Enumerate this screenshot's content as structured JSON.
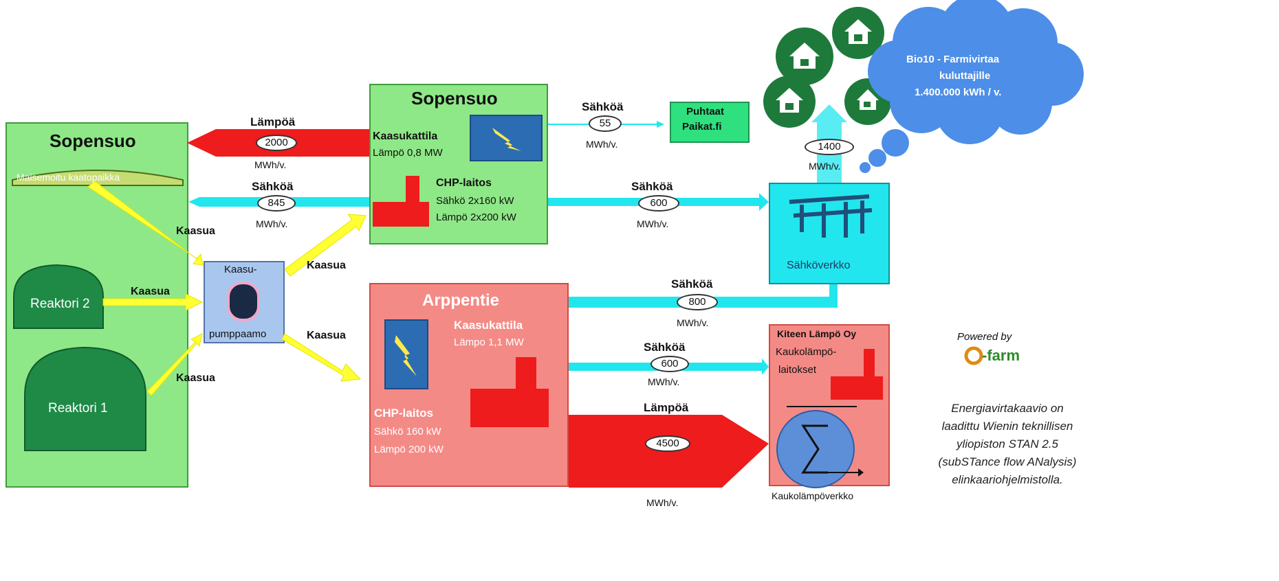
{
  "colors": {
    "green": "#8ee887",
    "red": "#f48a86",
    "arrow_red": "#ee1c1c",
    "cyan": "#22e6ee",
    "yellow": "#ffff33",
    "house": "#1e7a3b",
    "cloud": "#4d8ee8"
  },
  "left_box": {
    "title": "Sopensuo",
    "landfill": "Maisemoitu kaatopaikka",
    "reactor2": "Reaktori 2",
    "reactor1": "Reaktori 1"
  },
  "pump": {
    "label_top": "Kaasu-",
    "label_bottom": "pumppaamo"
  },
  "gas_labels": {
    "from_landfill": "Kaasua",
    "from_reactor2": "Kaasua",
    "from_reactor1": "Kaasua",
    "to_sopensuo": "Kaasua",
    "to_arppentie": "Kaasua"
  },
  "sopensuo_box": {
    "title": "Sopensuo",
    "boiler": "Kaasukattila",
    "boiler_power": "Lämpö 0,8 MW",
    "chp": "CHP-laitos",
    "chp_el": "Sähkö 2x160 kW",
    "chp_heat": "Lämpö 2x200 kW"
  },
  "arppentie_box": {
    "title": "Arppentie",
    "boiler": "Kaasukattila",
    "boiler_power": "Lämpo 1,1 MW",
    "chp": "CHP-laitos",
    "chp_el": "Sähkö 160 kW",
    "chp_heat": "Lämpö 200 kW"
  },
  "flows": {
    "heat_2000": {
      "label": "Lämpöä",
      "value": "2000",
      "unit": "MWh/v."
    },
    "el_845": {
      "label": "Sähköä",
      "value": "845",
      "unit": "MWh/v."
    },
    "el_55": {
      "label": "Sähköä",
      "value": "55",
      "unit": "MWh/v."
    },
    "el_600_top": {
      "label": "Sähköä",
      "value": "600",
      "unit": "MWh/v."
    },
    "el_1400": {
      "value": "1400",
      "unit": "MWh/v."
    },
    "el_800": {
      "label": "Sähköä",
      "value": "800",
      "unit": "MWh/v."
    },
    "el_600_bottom": {
      "label": "Sähköä",
      "value": "600",
      "unit": "MWh/v."
    },
    "heat_4500": {
      "label": "Lämpöä",
      "value": "4500",
      "unit": "MWh/v."
    }
  },
  "puhtaat": {
    "line1": "Puhtaat",
    "line2": "Paikat.fi"
  },
  "grid": {
    "label": "Sähköverkko"
  },
  "kiteen": {
    "title": "Kiteen Lämpö Oy",
    "plants1": "Kaukolämpö-",
    "plants2": "laitokset",
    "network": "Kaukolämpöverkko"
  },
  "cloud": {
    "line1": "Bio10 - Farmivirtaa",
    "line2": "kuluttajille",
    "line3": "1.400.000 kWh / v."
  },
  "brand": {
    "powered": "Powered by",
    "logo": "-farm"
  },
  "footnote": {
    "l1": "Energiavirtakaavio on",
    "l2": "laadittu Wienin teknillisen",
    "l3": "yliopiston STAN 2.5",
    "l4": "(subSTance flow ANalysis)",
    "l5": "elinkaariohjelmistolla."
  }
}
